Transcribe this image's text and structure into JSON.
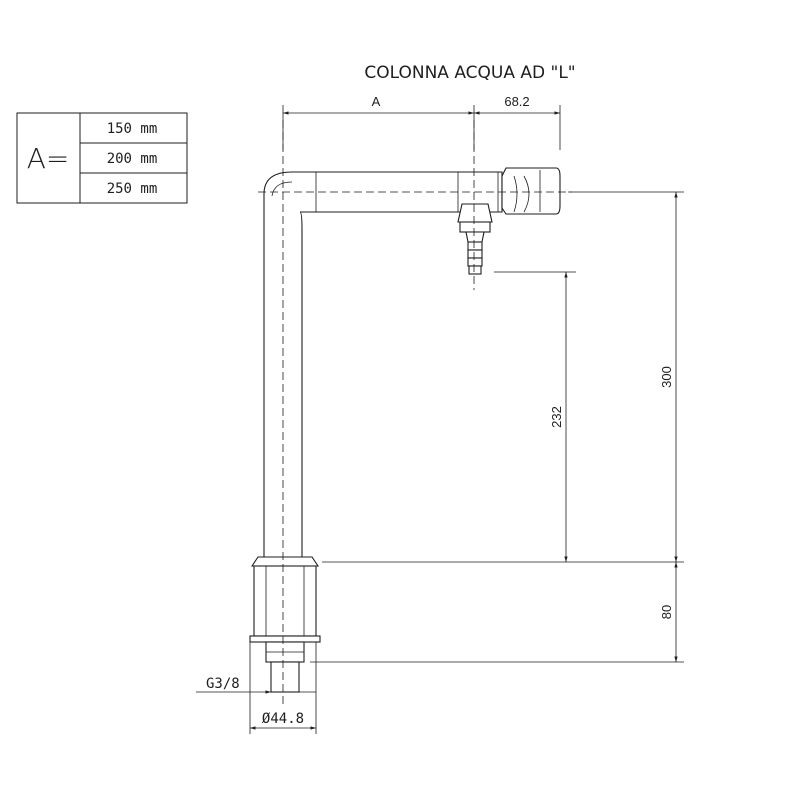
{
  "title": "COLONNA ACQUA AD \"L\"",
  "size_table": {
    "key": "A=",
    "rows": [
      "150 mm",
      "200 mm",
      "250 mm"
    ]
  },
  "dimensions": {
    "a_label": "A",
    "spout_reach": "68.2",
    "overall_height": "300",
    "nozzle_height": "232",
    "base_height": "80",
    "thread": "G3/8",
    "base_diameter": "Ø44.8"
  },
  "colors": {
    "line": "#1e1e1e",
    "background": "#ffffff"
  }
}
